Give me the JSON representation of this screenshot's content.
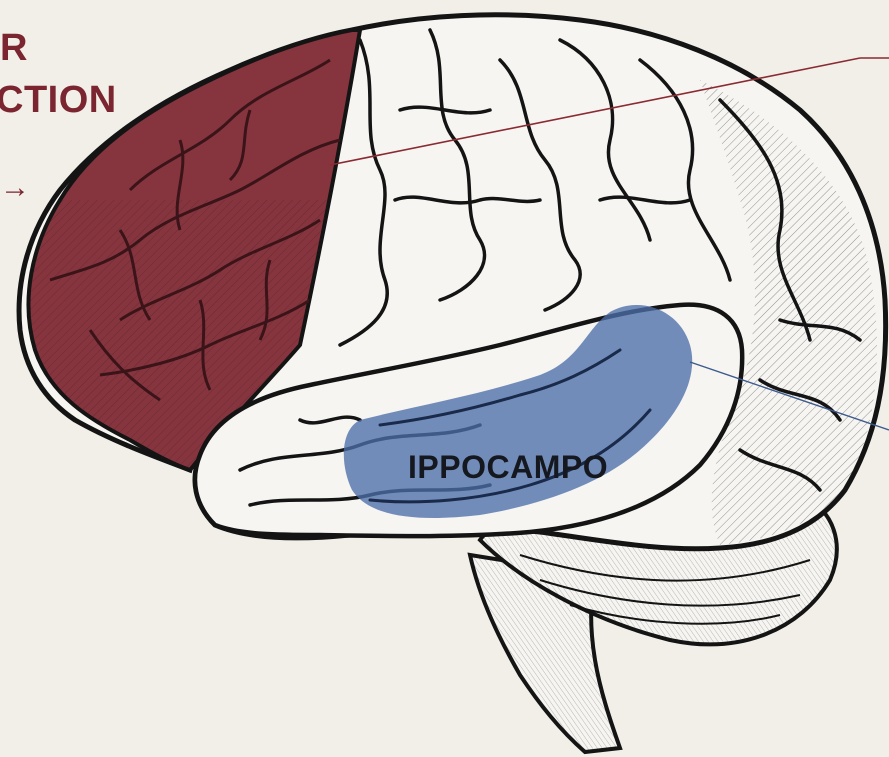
{
  "labels": {
    "top_left_line1": "R",
    "top_left_line2": "CTION",
    "arrow_glyph": "→",
    "hippocampus": "IPPOCAMPO"
  },
  "colors": {
    "background": "#f1efe8",
    "frontal_lobe": "#86353f",
    "frontal_lobe_ink": "#3a1418",
    "hippocampus": "#4d6ea9",
    "brain_fill": "#f6f5f1",
    "ink": "#141414",
    "leader_line_red": "#8a2a32",
    "leader_line_blue": "#3c5a8f",
    "label_red": "#7a2530",
    "label_dark": "#15181f"
  }
}
